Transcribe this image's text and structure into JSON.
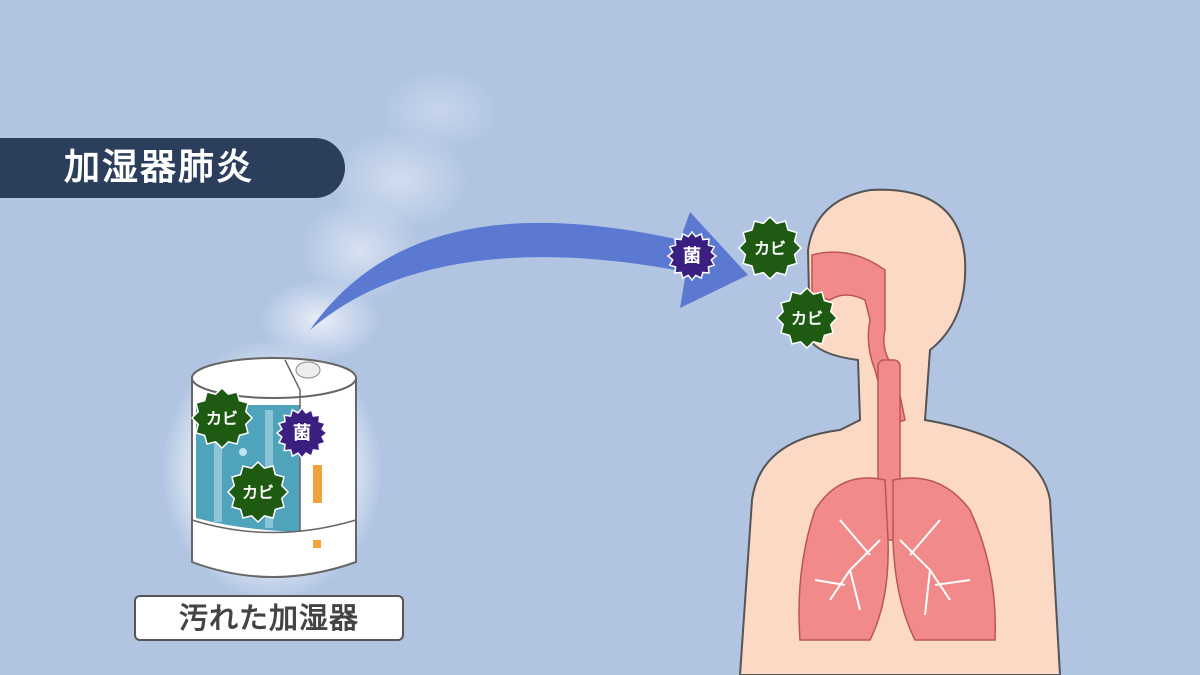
{
  "title": "加湿器肺炎",
  "caption": "汚れた加湿器",
  "badges": {
    "mold": "カビ",
    "bacteria": "菌"
  },
  "colors": {
    "background": "#b1c5e3",
    "title_band": "#2b3f5c",
    "arrow": "#5b79d1",
    "mold": "#1f5a12",
    "bacteria": "#3a1f80",
    "skin": "#fbd9c5",
    "airway": "#f28a8a"
  }
}
